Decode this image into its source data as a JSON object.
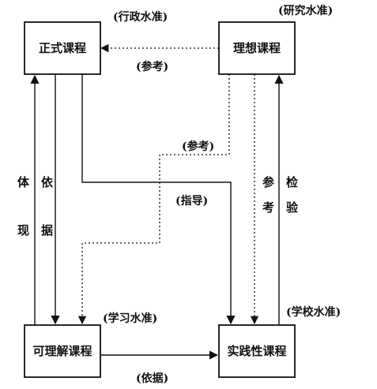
{
  "boxes": {
    "formal": "正式课程",
    "ideal": "理想课程",
    "understood": "可理解课程",
    "practiced": "实践性课程"
  },
  "levels": {
    "admin": "(行政水准)",
    "research": "(研究水准)",
    "learning": "(学习水准)",
    "school": "(学校水准)"
  },
  "edge_labels": {
    "ideal_to_formal": "(参考)",
    "ideal_to_understood": "(参考)",
    "formal_to_practiced": "(指导)",
    "understood_to_practiced": "(依据)"
  },
  "vertical_labels": {
    "embody": [
      "体",
      "现"
    ],
    "based_on": [
      "依",
      "据"
    ],
    "refer": [
      "参",
      "考"
    ],
    "verify": [
      "检",
      "验"
    ]
  }
}
